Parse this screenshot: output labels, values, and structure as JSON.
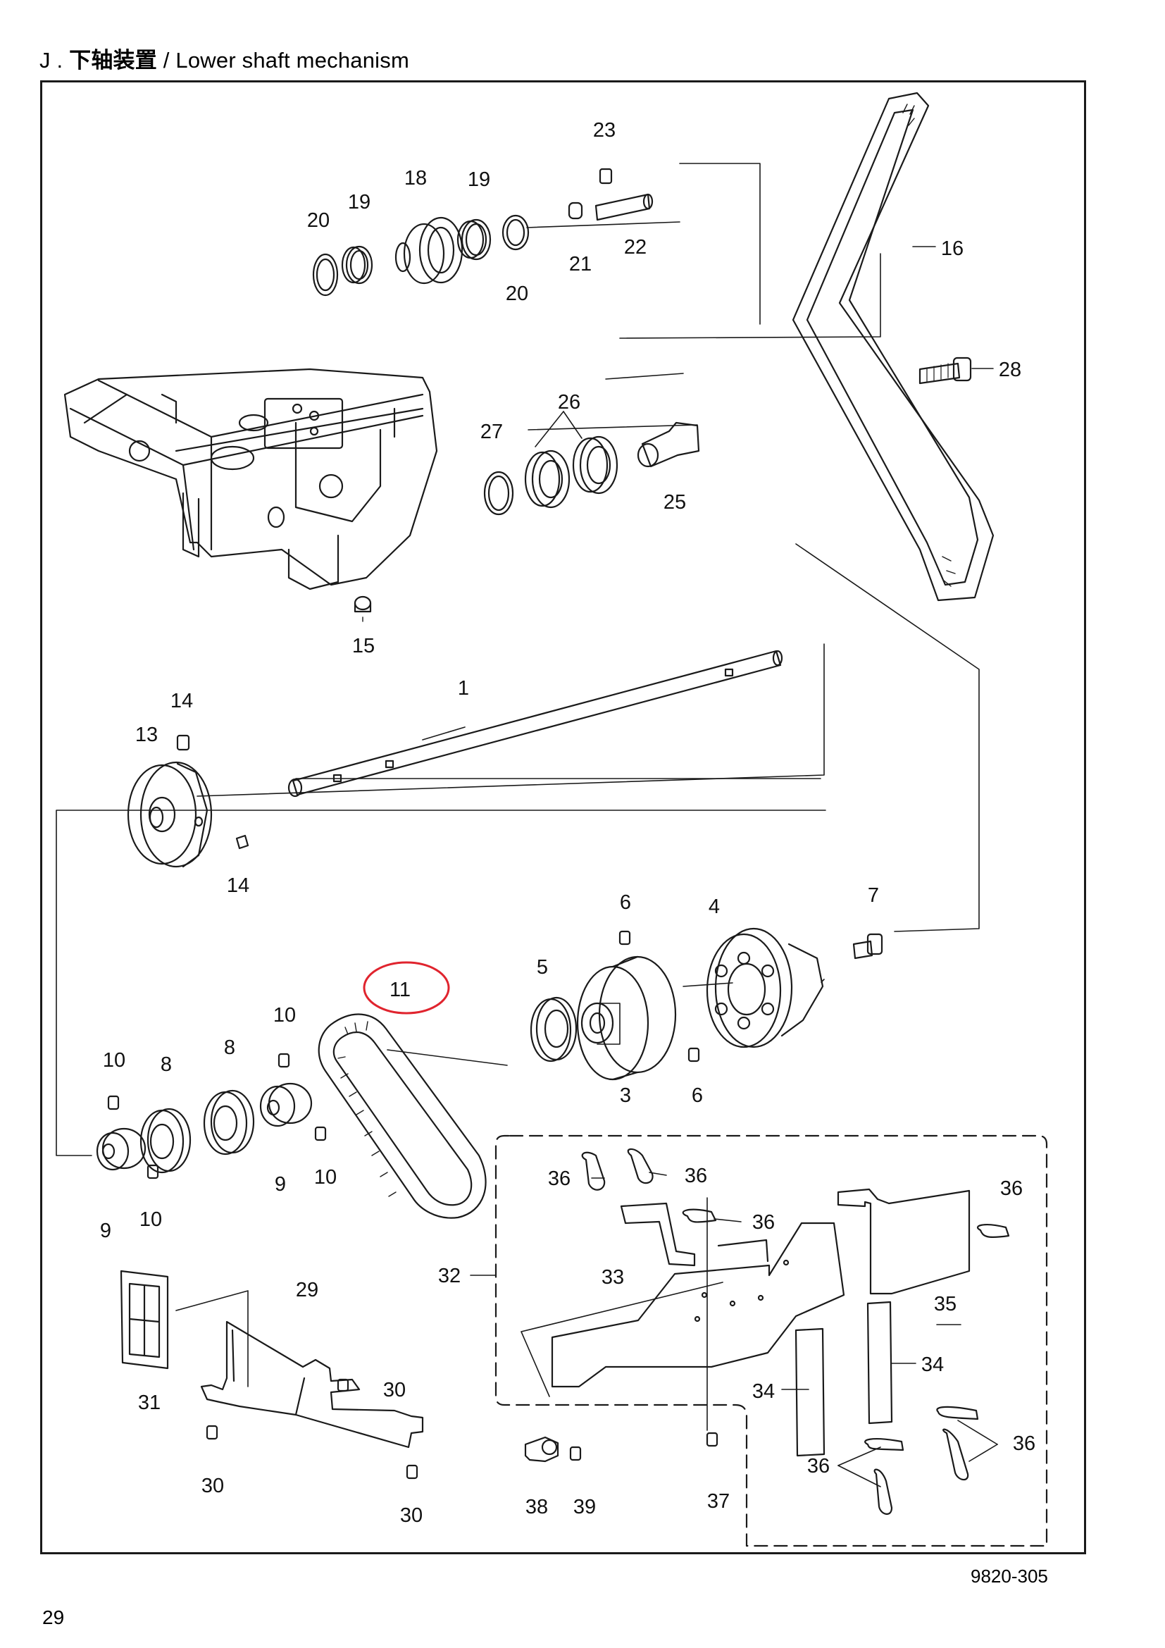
{
  "header": {
    "prefix": "J . ",
    "title_cn": "下轴装置",
    "separator": " / ",
    "title_en": "Lower shaft mechanism"
  },
  "footer": {
    "drawing_code": "9820-305",
    "page_number": "29"
  },
  "highlight": {
    "part": "11",
    "color": "#e0242e"
  },
  "callouts": [
    {
      "id": "1",
      "label": "1"
    },
    {
      "id": "3",
      "label": "3"
    },
    {
      "id": "4",
      "label": "4"
    },
    {
      "id": "5",
      "label": "5"
    },
    {
      "id": "6a",
      "label": "6"
    },
    {
      "id": "6b",
      "label": "6"
    },
    {
      "id": "7",
      "label": "7"
    },
    {
      "id": "8a",
      "label": "8"
    },
    {
      "id": "8b",
      "label": "8"
    },
    {
      "id": "9a",
      "label": "9"
    },
    {
      "id": "9b",
      "label": "9"
    },
    {
      "id": "10a",
      "label": "10"
    },
    {
      "id": "10b",
      "label": "10"
    },
    {
      "id": "10c",
      "label": "10"
    },
    {
      "id": "10d",
      "label": "10"
    },
    {
      "id": "11",
      "label": "11"
    },
    {
      "id": "13",
      "label": "13"
    },
    {
      "id": "14a",
      "label": "14"
    },
    {
      "id": "14b",
      "label": "14"
    },
    {
      "id": "15",
      "label": "15"
    },
    {
      "id": "16",
      "label": "16"
    },
    {
      "id": "18",
      "label": "18"
    },
    {
      "id": "19a",
      "label": "19"
    },
    {
      "id": "19b",
      "label": "19"
    },
    {
      "id": "20a",
      "label": "20"
    },
    {
      "id": "20b",
      "label": "20"
    },
    {
      "id": "21",
      "label": "21"
    },
    {
      "id": "22",
      "label": "22"
    },
    {
      "id": "23",
      "label": "23"
    },
    {
      "id": "25",
      "label": "25"
    },
    {
      "id": "26",
      "label": "26"
    },
    {
      "id": "27",
      "label": "27"
    },
    {
      "id": "28",
      "label": "28"
    },
    {
      "id": "29",
      "label": "29"
    },
    {
      "id": "30a",
      "label": "30"
    },
    {
      "id": "30b",
      "label": "30"
    },
    {
      "id": "30c",
      "label": "30"
    },
    {
      "id": "31",
      "label": "31"
    },
    {
      "id": "32",
      "label": "32"
    },
    {
      "id": "33",
      "label": "33"
    },
    {
      "id": "34a",
      "label": "34"
    },
    {
      "id": "34b",
      "label": "34"
    },
    {
      "id": "35",
      "label": "35"
    },
    {
      "id": "36a",
      "label": "36"
    },
    {
      "id": "36b",
      "label": "36"
    },
    {
      "id": "36c",
      "label": "36"
    },
    {
      "id": "36d",
      "label": "36"
    },
    {
      "id": "36e",
      "label": "36"
    },
    {
      "id": "36f",
      "label": "36"
    },
    {
      "id": "37",
      "label": "37"
    },
    {
      "id": "38",
      "label": "38"
    },
    {
      "id": "39",
      "label": "39"
    }
  ]
}
